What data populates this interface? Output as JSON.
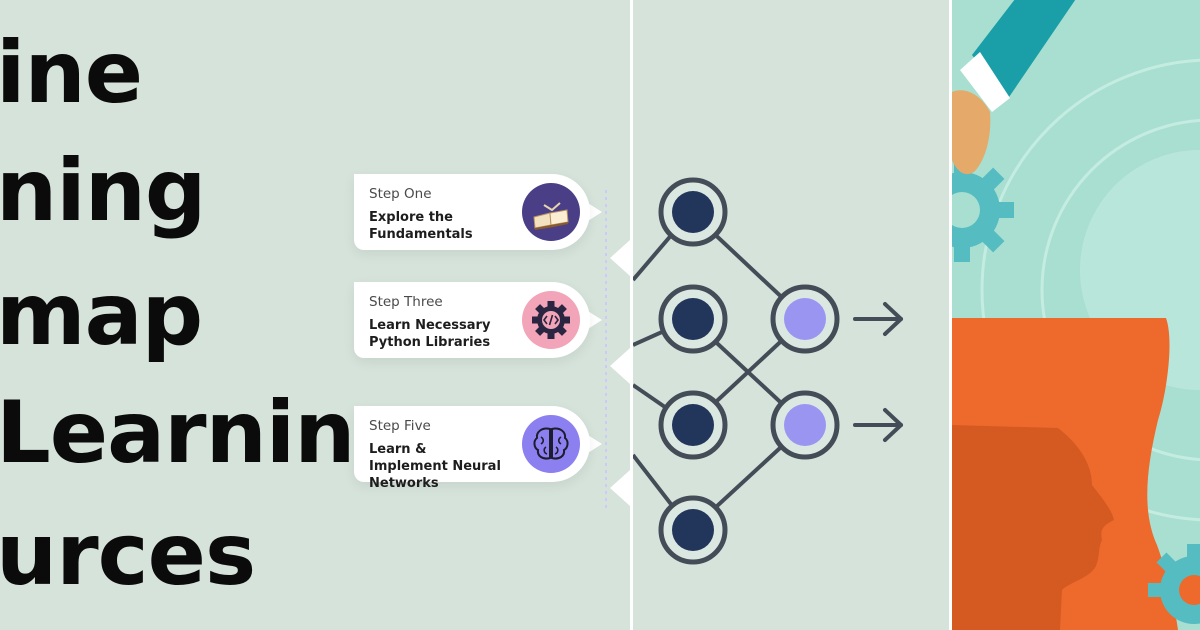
{
  "title_lines": [
    "ine",
    "ning",
    "map",
    "Learning",
    "urces"
  ],
  "steps": [
    {
      "number": "Step One",
      "text": "Explore the Fundamentals",
      "icon": "open-book-icon",
      "icon_bg": "#4a3f86"
    },
    {
      "number": "Step Three",
      "text": "Learn Necessary Python Libraries",
      "icon": "code-gear-icon",
      "icon_bg": "#f2a4b8"
    },
    {
      "number": "Step Five",
      "text": "Learn & Implement Neural Networks",
      "icon": "brain-icon",
      "icon_bg": "#8c7ff0"
    }
  ],
  "colors": {
    "background": "#d5e3db",
    "node_dark": "#22355a",
    "node_light": "#9b95f2",
    "edge": "#434c57",
    "accent_orange": "#ee6a2c",
    "accent_teal": "#1a9ea8"
  }
}
